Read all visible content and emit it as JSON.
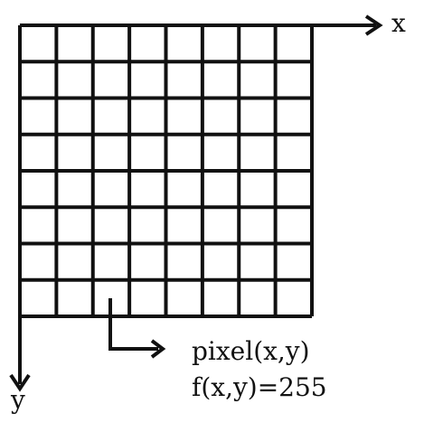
{
  "diagram": {
    "axis_x_label": "x",
    "axis_y_label": "y",
    "pixel_label": "pixel(x,y)",
    "value_label": "f(x,y)=255",
    "grid": {
      "columns": 8,
      "rows": 8
    },
    "colors": {
      "stroke": "#111111",
      "background": "#ffffff"
    }
  }
}
